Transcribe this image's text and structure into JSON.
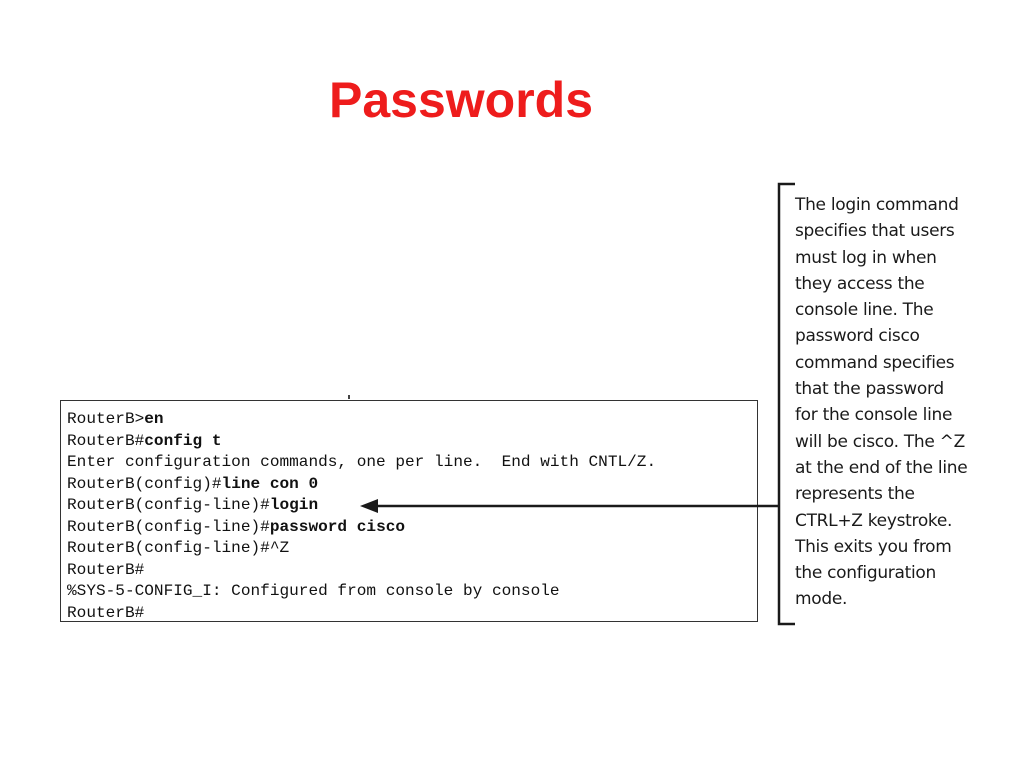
{
  "slide": {
    "title": "Passwords"
  },
  "terminal": {
    "lines": [
      {
        "prompt": "RouterB>",
        "command": "en"
      },
      {
        "prompt": "RouterB#",
        "command": "config t"
      },
      {
        "prompt": "Enter configuration commands, one per line.  End with CNTL/Z.",
        "command": ""
      },
      {
        "prompt": "RouterB(config)#",
        "command": "line con 0"
      },
      {
        "prompt": "RouterB(config-line)#",
        "command": "login"
      },
      {
        "prompt": "RouterB(config-line)#",
        "command": "password cisco"
      },
      {
        "prompt": "RouterB(config-line)#^Z",
        "command": ""
      },
      {
        "prompt": "RouterB#",
        "command": ""
      },
      {
        "prompt": "%SYS-5-CONFIG_I: Configured from console by console",
        "command": ""
      },
      {
        "prompt": "RouterB#",
        "command": ""
      }
    ]
  },
  "callout": {
    "lines": [
      "The login command",
      "specifies that users",
      "must log in when",
      "they access the",
      "console line. The",
      "password cisco",
      "command specifies",
      "that the password",
      "for the console line",
      "will be cisco. The ^Z",
      "at the end of the line",
      "represents the",
      "CTRL+Z keystroke.",
      "This exits you from",
      "the configuration",
      "mode."
    ]
  },
  "colors": {
    "title": "#ee1c1c",
    "text": "#111111",
    "border": "#333333",
    "arrow": "#1a1a1a"
  }
}
